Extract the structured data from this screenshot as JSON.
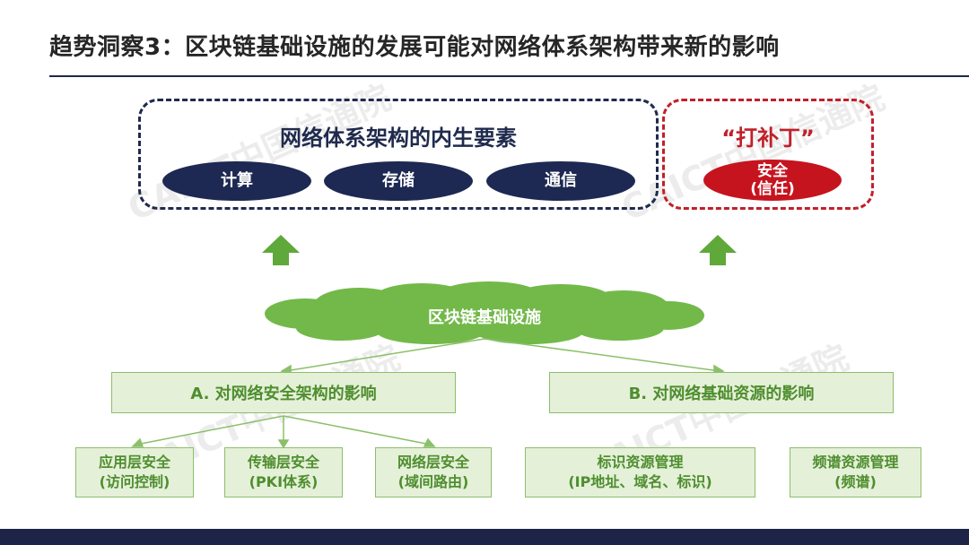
{
  "title": "趋势洞察3：区块链基础设施的发展可能对网络体系架构带来新的影响",
  "watermark": {
    "cn": "中国信通院",
    "brand": "CAICT"
  },
  "top_left_box": {
    "title": "网络体系架构的内生要素",
    "items": [
      "计算",
      "存储",
      "通信"
    ]
  },
  "top_right_box": {
    "title": "“打补丁”",
    "item_line1": "安全",
    "item_line2": "(信任)"
  },
  "cloud": {
    "label": "区块链基础设施"
  },
  "branch_a": {
    "label": "A. 对网络安全架构的影响",
    "leaves": [
      {
        "line1": "应用层安全",
        "line2": "(访问控制)"
      },
      {
        "line1": "传输层安全",
        "line2": "(PKI体系)"
      },
      {
        "line1": "网络层安全",
        "line2": "(域间路由)"
      }
    ]
  },
  "branch_b": {
    "label": "B. 对网络基础资源的影响",
    "leaves": [
      {
        "line1": "标识资源管理",
        "line2": "(IP地址、域名、标识)"
      },
      {
        "line1": "频谱资源管理",
        "line2": "(频谱)"
      }
    ]
  },
  "colors": {
    "navy": "#1d2952",
    "red": "#c6141f",
    "green_arrow": "#5fa83a",
    "cloud_green": "#72b94a",
    "green_box_bg": "#e5f0d8",
    "green_text": "#4e8e2f"
  }
}
